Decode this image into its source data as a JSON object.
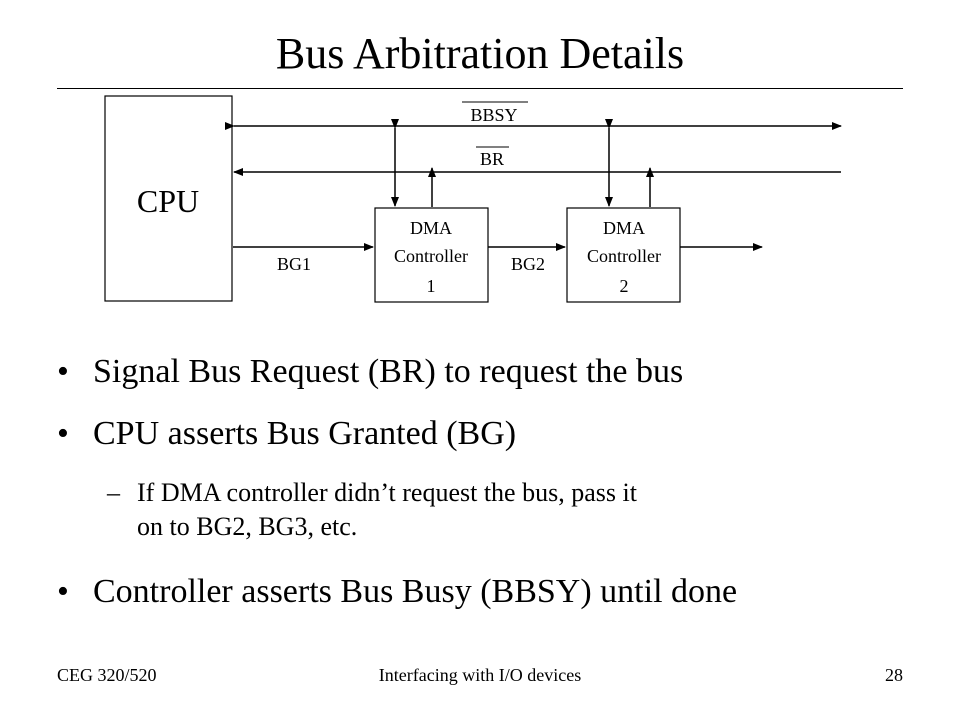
{
  "slide": {
    "title": "Bus Arbitration Details"
  },
  "diagram": {
    "cpu_label": "CPU",
    "bbsy_label": "BBSY",
    "br_label": "BR",
    "controllers": [
      {
        "line1": "DMA",
        "line2": "Controller",
        "line3": "1"
      },
      {
        "line1": "DMA",
        "line2": "Controller",
        "line3": "2"
      }
    ],
    "bg1_label": "BG1",
    "bg2_label": "BG2"
  },
  "bullets": [
    {
      "text": "Signal Bus Request (BR) to request the bus"
    },
    {
      "text": "CPU asserts Bus Granted (BG)"
    },
    {
      "text": "Controller asserts Bus Busy (BBSY) until done"
    }
  ],
  "sub_bullet": {
    "line1": "If DMA controller didn’t request the bus, pass it",
    "line2": "on to BG2, BG3, etc."
  },
  "footer": {
    "left": "CEG 320/520",
    "center": "Interfacing with I/O devices",
    "page_number": "28"
  }
}
